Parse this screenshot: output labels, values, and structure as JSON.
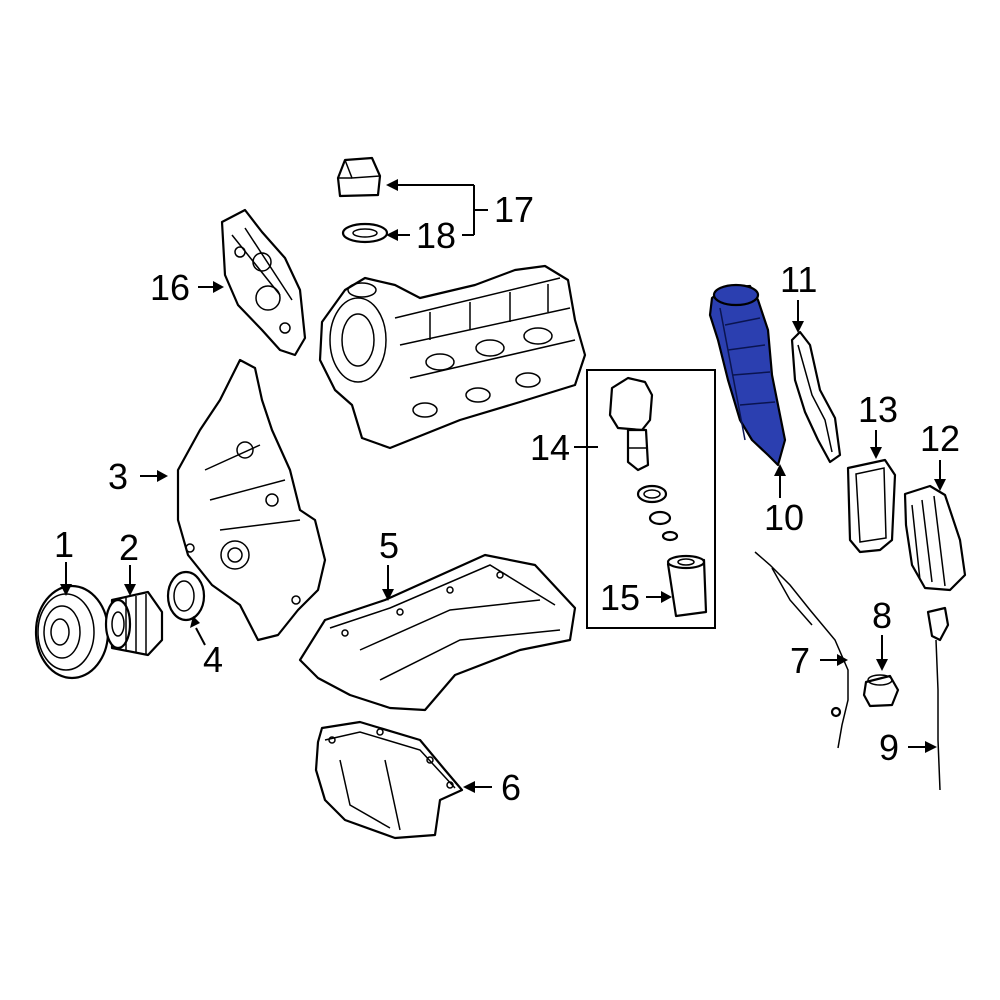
{
  "diagram": {
    "callouts": [
      {
        "id": "1",
        "label": "1"
      },
      {
        "id": "2",
        "label": "2"
      },
      {
        "id": "3",
        "label": "3"
      },
      {
        "id": "4",
        "label": "4"
      },
      {
        "id": "5",
        "label": "5"
      },
      {
        "id": "6",
        "label": "6"
      },
      {
        "id": "7",
        "label": "7"
      },
      {
        "id": "8",
        "label": "8"
      },
      {
        "id": "9",
        "label": "9"
      },
      {
        "id": "10",
        "label": "10"
      },
      {
        "id": "11",
        "label": "11"
      },
      {
        "id": "12",
        "label": "12"
      },
      {
        "id": "13",
        "label": "13"
      },
      {
        "id": "14",
        "label": "14"
      },
      {
        "id": "15",
        "label": "15"
      },
      {
        "id": "16",
        "label": "16"
      },
      {
        "id": "17",
        "label": "17"
      },
      {
        "id": "18",
        "label": "18"
      }
    ],
    "highlighted_part": "10",
    "colors": {
      "highlight": "#2b3fb0",
      "line": "#000000",
      "background": "#ffffff"
    }
  }
}
